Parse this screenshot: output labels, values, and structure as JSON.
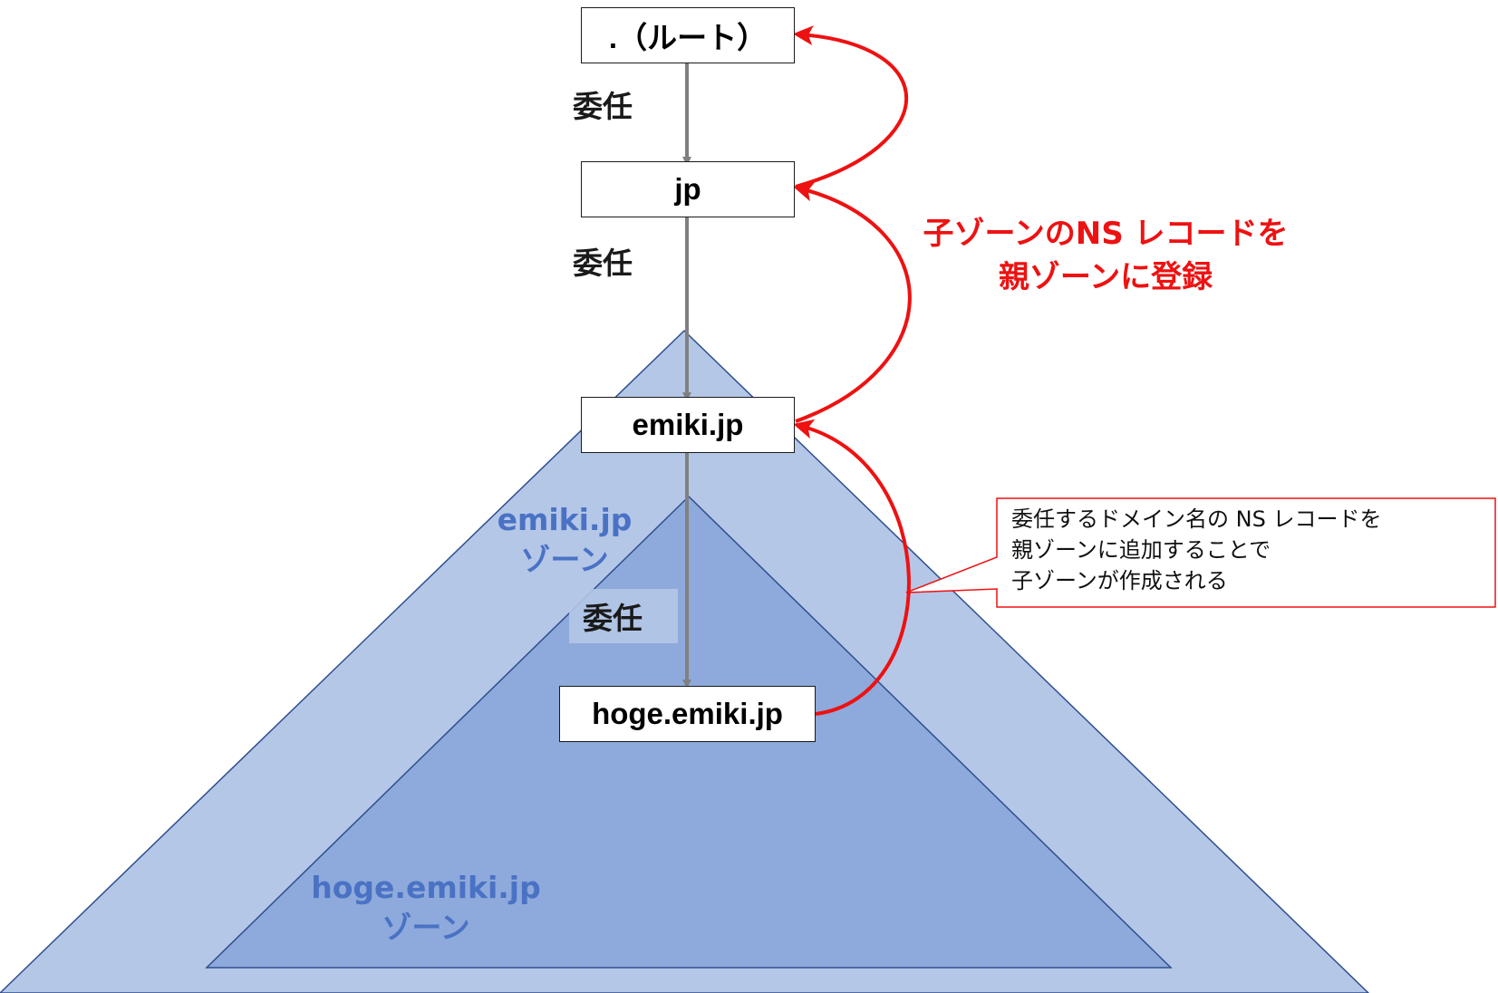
{
  "nodes": {
    "root": ".（ルート）",
    "jp": "jp",
    "emiki": "emiki.jp",
    "hoge": "hoge.emiki.jp"
  },
  "delegation_label": "委任",
  "zones": {
    "emiki": {
      "line1": "emiki.jp",
      "line2": "ゾーン"
    },
    "hoge": {
      "line1": "hoge.emiki.jp",
      "line2": "ゾーン"
    }
  },
  "annotation": {
    "line1": "子ゾーンのNS レコードを",
    "line2": "親ゾーンに登録"
  },
  "callout": {
    "line1": "委任するドメイン名の NS レコードを",
    "line2": "親ゾーンに追加することで",
    "line3": "子ゾーンが作成される"
  },
  "colors": {
    "outer_zone": "#b4c7e7",
    "inner_zone": "#8ea9db",
    "zone_border": "#2f4f8f",
    "zone_text": "#4a72c4",
    "arrow_red": "#ee1111",
    "arrow_gray": "#808080"
  }
}
